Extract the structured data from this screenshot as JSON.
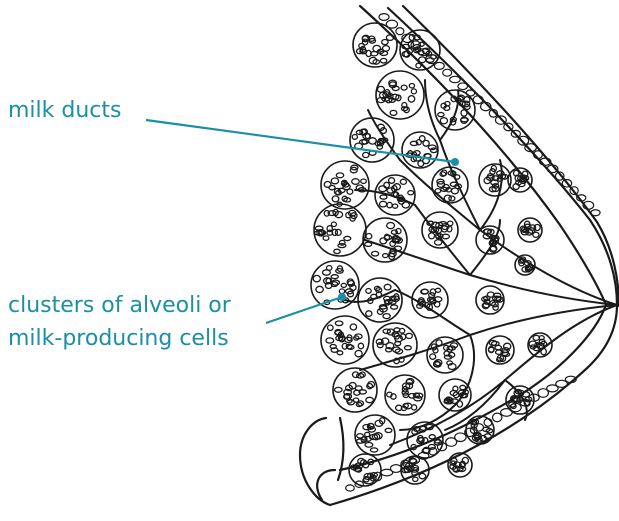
{
  "labels": {
    "milk_ducts": "milk ducts",
    "alveoli_line1": "clusters of alveoli or",
    "alveoli_line2": "milk-producing cells"
  },
  "colors": {
    "accent": "#1a8fa6",
    "ink": "#1a1a1a",
    "background": "#ffffff"
  }
}
